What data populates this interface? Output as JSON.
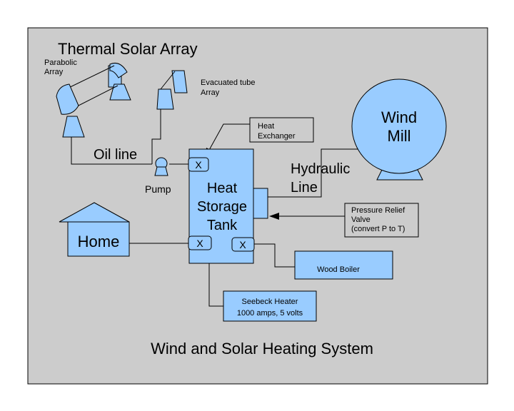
{
  "diagram": {
    "title": "Wind and Solar Heating System",
    "solar_array": {
      "title": "Thermal Solar Array",
      "parabolic_label_lines": [
        "Parabolic",
        "Array"
      ],
      "evacuated_label_lines": [
        "Evacuated tube",
        "Array"
      ]
    },
    "oil_line_label": "Oil line",
    "pump_label": "Pump",
    "heat_exchanger_label_lines": [
      "Heat",
      "Exchanger"
    ],
    "storage_tank_label_lines": [
      "Heat",
      "Storage",
      "Tank"
    ],
    "valve_symbol": "X",
    "wind_mill_label_lines": [
      "Wind",
      "Mill"
    ],
    "hydraulic_line_label_lines": [
      "Hydraulic",
      "Line"
    ],
    "pressure_relief_label_lines": [
      "Pressure Relief",
      "Valve",
      "(convert P to T)"
    ],
    "home_label": "Home",
    "wood_boiler_label": "Wood Boiler",
    "seebeck_label_lines": [
      "Seebeck Heater",
      "1000 amps, 5 volts"
    ],
    "colors": {
      "component_fill": "#99ccff",
      "background_panel": "#cccccc",
      "stroke": "#000000"
    }
  }
}
